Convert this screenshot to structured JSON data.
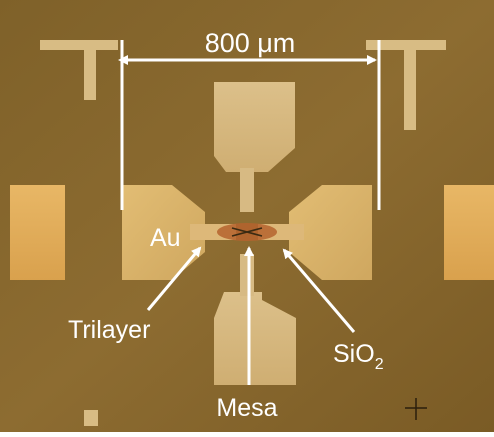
{
  "image": {
    "background_color": "#8a6a2d",
    "pad_color": "#d6b06a",
    "highlight_color": "#e8c37a",
    "gold_pad_color": "#d2a45a",
    "white_color": "#ffffff"
  },
  "labels": {
    "scale": "800 μm",
    "au": "Au",
    "trilayer": "Trilayer",
    "sio2_base": "SiO",
    "sio2_sub": "2",
    "mesa": "Mesa"
  }
}
